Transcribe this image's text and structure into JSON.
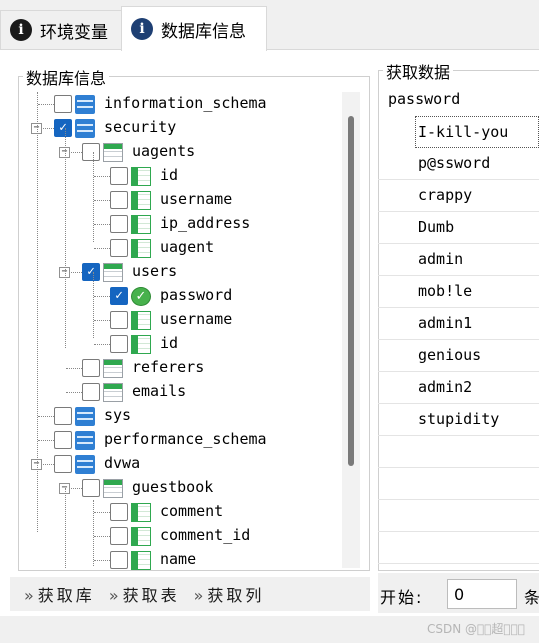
{
  "tabs": [
    {
      "label": "环境变量",
      "icon": "info-icon",
      "glyph": "i",
      "active": false
    },
    {
      "label": "数据库信息",
      "icon": "info-icon",
      "glyph": "i",
      "active": true
    }
  ],
  "tree_panel": {
    "title": "数据库信息"
  },
  "tree": [
    {
      "label": "information_schema",
      "type": "database",
      "level": 0,
      "checked": false,
      "expander": ""
    },
    {
      "label": "security",
      "type": "database",
      "level": 0,
      "checked": true,
      "expander": "−"
    },
    {
      "label": "uagents",
      "type": "table",
      "level": 1,
      "checked": false,
      "expander": "−"
    },
    {
      "label": "id",
      "type": "column",
      "level": 2,
      "checked": false,
      "expander": ""
    },
    {
      "label": "username",
      "type": "column",
      "level": 2,
      "checked": false,
      "expander": ""
    },
    {
      "label": "ip_address",
      "type": "column",
      "level": 2,
      "checked": false,
      "expander": ""
    },
    {
      "label": "uagent",
      "type": "column",
      "level": 2,
      "checked": false,
      "expander": ""
    },
    {
      "label": "users",
      "type": "table",
      "level": 1,
      "checked": true,
      "expander": "−"
    },
    {
      "label": "password",
      "type": "column-ok",
      "level": 2,
      "checked": true,
      "expander": ""
    },
    {
      "label": "username",
      "type": "column",
      "level": 2,
      "checked": false,
      "expander": ""
    },
    {
      "label": "id",
      "type": "column",
      "level": 2,
      "checked": false,
      "expander": ""
    },
    {
      "label": "referers",
      "type": "table",
      "level": 1,
      "checked": false,
      "expander": ""
    },
    {
      "label": "emails",
      "type": "table",
      "level": 1,
      "checked": false,
      "expander": ""
    },
    {
      "label": "sys",
      "type": "database",
      "level": 0,
      "checked": false,
      "expander": ""
    },
    {
      "label": "performance_schema",
      "type": "database",
      "level": 0,
      "checked": false,
      "expander": ""
    },
    {
      "label": "dvwa",
      "type": "database",
      "level": 0,
      "checked": false,
      "expander": "−"
    },
    {
      "label": "guestbook",
      "type": "table",
      "level": 1,
      "checked": false,
      "expander": "−"
    },
    {
      "label": "comment",
      "type": "column",
      "level": 2,
      "checked": false,
      "expander": ""
    },
    {
      "label": "comment_id",
      "type": "column",
      "level": 2,
      "checked": false,
      "expander": ""
    },
    {
      "label": "name",
      "type": "column",
      "level": 2,
      "checked": false,
      "expander": ""
    }
  ],
  "buttons": {
    "chevron": "»",
    "get_db": "获取库",
    "get_table": "获取表",
    "get_column": "获取列"
  },
  "data_panel": {
    "title": "获取数据",
    "column_header": "password",
    "values": [
      "I-kill-you",
      "p@ssword",
      "crappy",
      "Dumb",
      "admin",
      "mob!le",
      "admin1",
      "genious",
      "admin2",
      "stupidity"
    ],
    "selected_index": 0
  },
  "start": {
    "label": "开始:",
    "value": "0",
    "tail": "条"
  },
  "watermark": "CSDN @\u0000\u0000超\u0000\u0000\u0000",
  "colors": {
    "accent": "#1565c0",
    "ok": "#47b14c",
    "db": "#2f7fd3",
    "table_header": "#2fa84f"
  }
}
